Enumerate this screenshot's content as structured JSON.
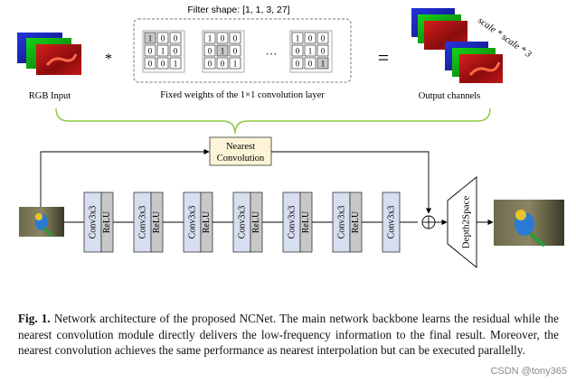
{
  "top": {
    "filter_shape": "Filter shape: [1, 1, 3, 27]",
    "rgb_label": "RGB Input",
    "weights_label": "Fixed weights of the 1×1 convolution layer",
    "output_label": "Output channels",
    "scale_label": "scale * scale * 3",
    "multiply_symbol": "*",
    "equals_symbol": "=",
    "ellipsis": "···",
    "identity_values": [
      [
        "1",
        "0",
        "0"
      ],
      [
        "0",
        "1",
        "0"
      ],
      [
        "0",
        "0",
        "1"
      ]
    ]
  },
  "network": {
    "nearest_label_line1": "Nearest",
    "nearest_label_line2": "Convolution",
    "conv_label": "Conv3x3",
    "relu_label": "ReLU",
    "depth_label": "Depth2Space",
    "add_symbol": "⊕",
    "colors": {
      "conv": "#d7deef",
      "relu": "#c8c8c8",
      "nearest": "#fdf4d7",
      "accent": "#8cc63f"
    }
  },
  "caption": {
    "fig_label": "Fig. 1.",
    "text": "Network architecture of the proposed NCNet. The main network backbone learns the residual while the nearest convolution module directly delivers the low-frequency information to the final result. Moreover, the nearest convolution achieves the same performance as nearest interpolation but can be executed parallelly."
  },
  "watermark": "CSDN @tony365"
}
